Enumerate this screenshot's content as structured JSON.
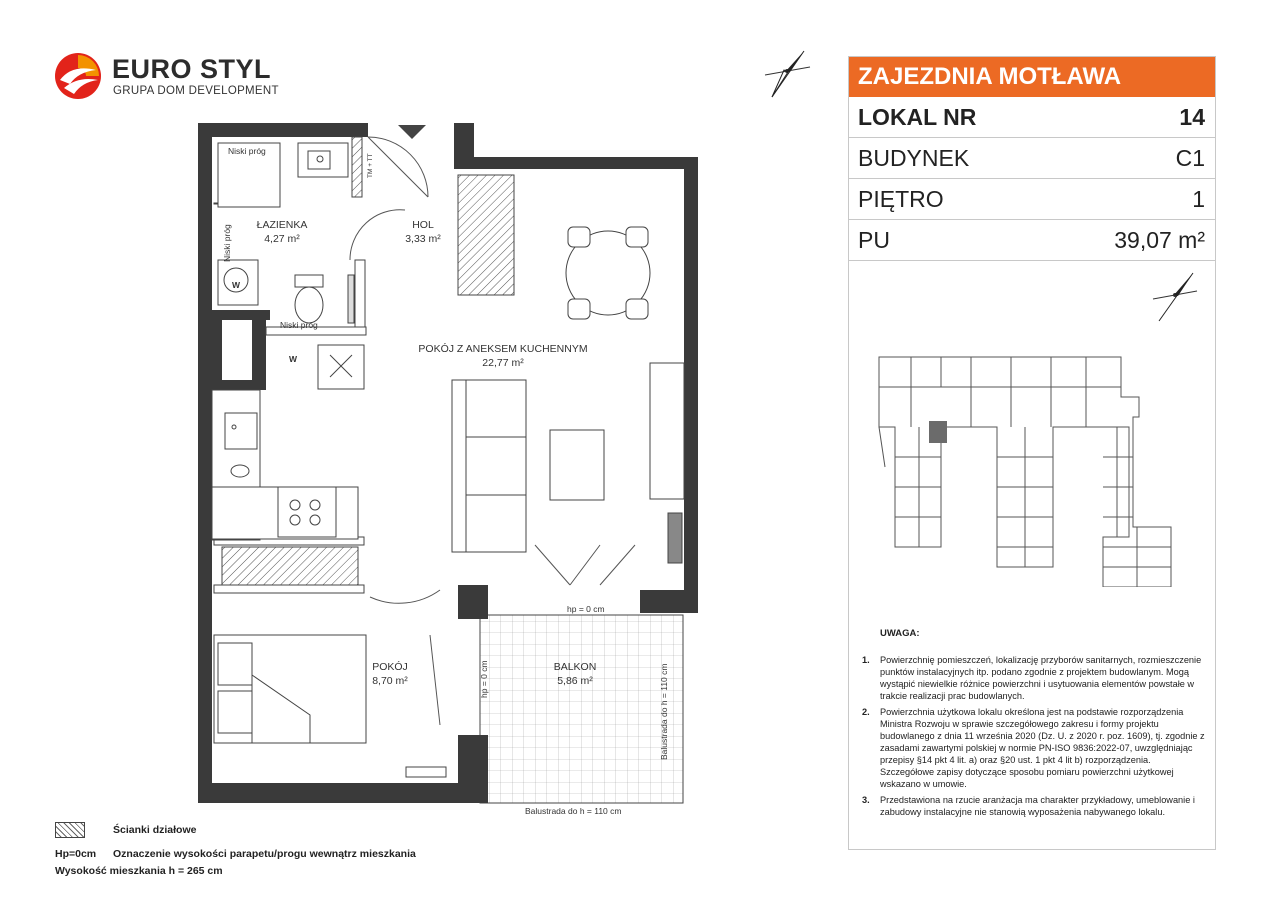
{
  "logo": {
    "name": "EURO STYL",
    "subtitle": "GRUPA DOM DEVELOPMENT"
  },
  "info": {
    "project": "ZAJEZDNIA MOTŁAWA",
    "rows": [
      {
        "label": "LOKAL NR",
        "value": "14"
      },
      {
        "label": "BUDYNEK",
        "value": "C1"
      },
      {
        "label": "PIĘTRO",
        "value": "1"
      },
      {
        "label": "PU",
        "value": "39,07 m²"
      }
    ]
  },
  "plan": {
    "rooms": {
      "bathroom_name": "ŁAZIENKA",
      "bathroom_area": "4,27 m²",
      "hall_name": "HOL",
      "hall_area": "3,33 m²",
      "living_name": "POKÓJ Z ANEKSEM KUCHENNYM",
      "living_area": "22,77 m²",
      "bedroom_name": "POKÓJ",
      "bedroom_area": "8,70 m²",
      "balcony_name": "BALKON",
      "balcony_area": "5,86 m²"
    },
    "labels": {
      "low_threshold": "Niski próg",
      "w": "W",
      "tm_tt": "TM + TT",
      "hp0": "hp = 0 cm",
      "balustrade": "Balustrada do h = 110 cm"
    }
  },
  "notes": {
    "title": "UWAGA:",
    "items": [
      {
        "num": "1.",
        "text": "Powierzchnię pomieszczeń, lokalizację przyborów sanitarnych, rozmieszczenie punktów instalacyjnych itp. podano zgodnie z projektem budowlanym. Mogą wystąpić niewielkie różnice powierzchni i usytuowania elementów powstałe w trakcie realizacji prac budowlanych."
      },
      {
        "num": "2.",
        "text": "Powierzchnia użytkowa lokalu określona jest na podstawie rozporządzenia Ministra Rozwoju w sprawie szczegółowego zakresu i formy projektu budowlanego z dnia 11 września 2020 (Dz. U. z 2020 r. poz. 1609), tj. zgodnie z zasadami zawartymi polskiej w normie PN-ISO 9836:2022-07, uwzględniając przepisy §14 pkt 4 lit. a) oraz §20 ust. 1 pkt 4 lit b) rozporządzenia. Szczegółowe zapisy dotyczące sposobu pomiaru powierzchni użytkowej wskazano w umowie."
      },
      {
        "num": "3.",
        "text": "Przedstawiona na rzucie aranżacja ma charakter przykładowy, umeblowanie i zabudowy instalacyjne nie stanowią wyposażenia nabywanego lokalu."
      }
    ]
  },
  "legend": {
    "partition_walls": "Ścianki działowe",
    "hp_key": "Hp=0cm",
    "hp_desc": "Oznaczenie wysokości parapetu/progu wewnątrz mieszkania",
    "height": "Wysokość mieszkania h = 265 cm"
  },
  "colors": {
    "accent": "#ec6a24",
    "wall": "#3a3a3a",
    "highlight_unit": "#6b6b6b"
  }
}
